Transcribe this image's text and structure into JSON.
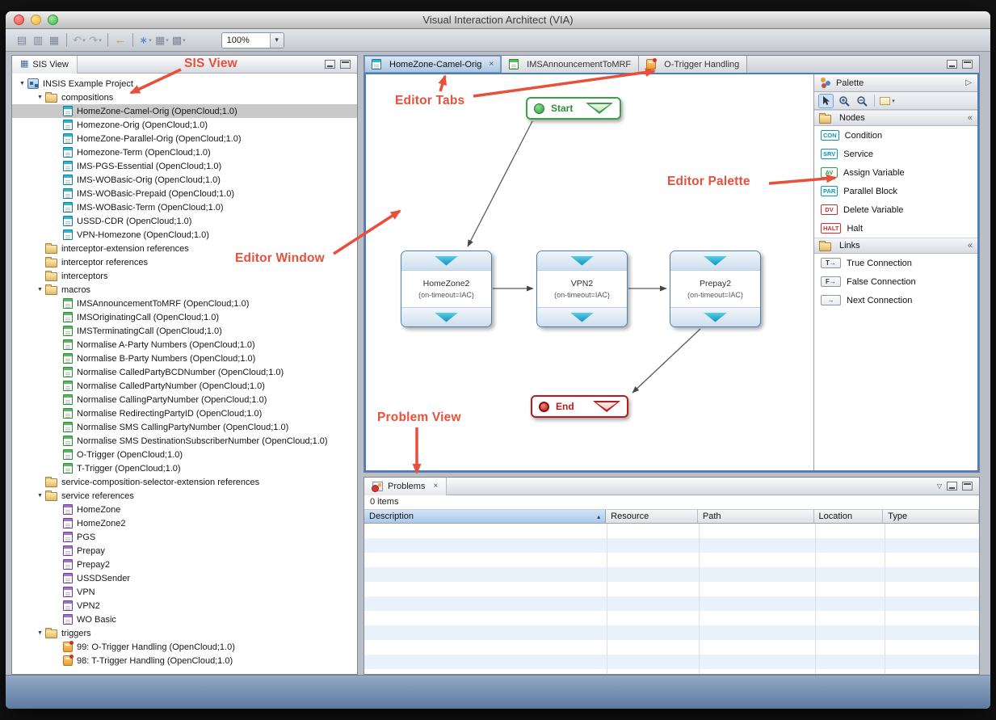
{
  "window": {
    "title": "Visual Interaction Architect (VIA)"
  },
  "toolbar": {
    "zoom_value": "100%",
    "icon_groups": [
      [
        "new-diagram-icon",
        "save-icon",
        "print-icon"
      ],
      [
        "undo-icon",
        "redo-icon"
      ],
      [
        "link-with-editor-icon"
      ],
      [
        "select-style-icon",
        "snap-to-grid-icon",
        "grid-visibility-icon"
      ]
    ]
  },
  "icons": {
    "close": "×",
    "dropdown": "▾",
    "collapse": "«",
    "pin_right": "▷",
    "view_menu": "▽",
    "expander": "▼",
    "sort_ascending": "▴",
    "grid_view": "▦",
    "arrow_right": "→"
  },
  "sis_view": {
    "tab_label": "SIS View",
    "tree": [
      {
        "depth": 0,
        "type": "project",
        "expanded": true,
        "label": "INSIS Example Project"
      },
      {
        "depth": 1,
        "type": "folder",
        "expanded": true,
        "label": "compositions"
      },
      {
        "depth": 2,
        "type": "composition",
        "selected": true,
        "label": "HomeZone-Camel-Orig (OpenCloud;1.0)"
      },
      {
        "depth": 2,
        "type": "composition",
        "label": "Homezone-Orig (OpenCloud;1.0)"
      },
      {
        "depth": 2,
        "type": "composition",
        "label": "HomeZone-Parallel-Orig (OpenCloud;1.0)"
      },
      {
        "depth": 2,
        "type": "composition",
        "label": "Homezone-Term (OpenCloud;1.0)"
      },
      {
        "depth": 2,
        "type": "composition",
        "label": "IMS-PGS-Essential (OpenCloud;1.0)"
      },
      {
        "depth": 2,
        "type": "composition",
        "label": "IMS-WOBasic-Orig (OpenCloud;1.0)"
      },
      {
        "depth": 2,
        "type": "composition",
        "label": "IMS-WOBasic-Prepaid (OpenCloud;1.0)"
      },
      {
        "depth": 2,
        "type": "composition",
        "label": "IMS-WOBasic-Term (OpenCloud;1.0)"
      },
      {
        "depth": 2,
        "type": "composition",
        "label": "USSD-CDR (OpenCloud;1.0)"
      },
      {
        "depth": 2,
        "type": "composition",
        "label": "VPN-Homezone (OpenCloud;1.0)"
      },
      {
        "depth": 1,
        "type": "folder",
        "label": "interceptor-extension references"
      },
      {
        "depth": 1,
        "type": "folder",
        "label": "interceptor references"
      },
      {
        "depth": 1,
        "type": "folder",
        "label": "interceptors"
      },
      {
        "depth": 1,
        "type": "folder",
        "expanded": true,
        "label": "macros"
      },
      {
        "depth": 2,
        "type": "macro",
        "label": "IMSAnnouncementToMRF (OpenCloud;1.0)"
      },
      {
        "depth": 2,
        "type": "macro",
        "label": "IMSOriginatingCall (OpenCloud;1.0)"
      },
      {
        "depth": 2,
        "type": "macro",
        "label": "IMSTerminatingCall (OpenCloud;1.0)"
      },
      {
        "depth": 2,
        "type": "macro",
        "label": "Normalise A-Party Numbers (OpenCloud;1.0)"
      },
      {
        "depth": 2,
        "type": "macro",
        "label": "Normalise B-Party Numbers (OpenCloud;1.0)"
      },
      {
        "depth": 2,
        "type": "macro",
        "label": "Normalise CalledPartyBCDNumber (OpenCloud;1.0)"
      },
      {
        "depth": 2,
        "type": "macro",
        "label": "Normalise CalledPartyNumber (OpenCloud;1.0)"
      },
      {
        "depth": 2,
        "type": "macro",
        "label": "Normalise CallingPartyNumber (OpenCloud;1.0)"
      },
      {
        "depth": 2,
        "type": "macro",
        "label": "Normalise RedirectingPartyID (OpenCloud;1.0)"
      },
      {
        "depth": 2,
        "type": "macro",
        "label": "Normalise SMS CallingPartyNumber (OpenCloud;1.0)"
      },
      {
        "depth": 2,
        "type": "macro",
        "label": "Normalise SMS DestinationSubscriberNumber (OpenCloud;1.0)"
      },
      {
        "depth": 2,
        "type": "macro",
        "label": "O-Trigger (OpenCloud;1.0)"
      },
      {
        "depth": 2,
        "type": "macro",
        "label": "T-Trigger (OpenCloud;1.0)"
      },
      {
        "depth": 1,
        "type": "folder",
        "label": "service-composition-selector-extension references"
      },
      {
        "depth": 1,
        "type": "folder",
        "expanded": true,
        "label": "service references"
      },
      {
        "depth": 2,
        "type": "service",
        "label": "HomeZone"
      },
      {
        "depth": 2,
        "type": "service",
        "label": "HomeZone2"
      },
      {
        "depth": 2,
        "type": "service",
        "label": "PGS"
      },
      {
        "depth": 2,
        "type": "service",
        "label": "Prepay"
      },
      {
        "depth": 2,
        "type": "service",
        "label": "Prepay2"
      },
      {
        "depth": 2,
        "type": "service",
        "label": "USSDSender"
      },
      {
        "depth": 2,
        "type": "service",
        "label": "VPN"
      },
      {
        "depth": 2,
        "type": "service",
        "label": "VPN2"
      },
      {
        "depth": 2,
        "type": "service",
        "label": "WO Basic"
      },
      {
        "depth": 1,
        "type": "folder",
        "expanded": true,
        "label": "triggers"
      },
      {
        "depth": 2,
        "type": "trigger",
        "label": "99: O-Trigger Handling (OpenCloud;1.0)"
      },
      {
        "depth": 2,
        "type": "trigger",
        "label": "98: T-Trigger Handling (OpenCloud;1.0)"
      }
    ]
  },
  "editor": {
    "tabs": [
      {
        "label": "HomeZone-Camel-Orig",
        "icon": "composition-icon",
        "active": true,
        "closable": true
      },
      {
        "label": "IMSAnnouncementToMRF",
        "icon": "macro-icon"
      },
      {
        "label": "O-Trigger Handling",
        "icon": "trigger-icon"
      }
    ],
    "canvas": {
      "start_label": "Start",
      "end_label": "End",
      "services": [
        {
          "name": "HomeZone2",
          "subtitle": "(on-timeout=IAC)"
        },
        {
          "name": "VPN2",
          "subtitle": "(on-timeout=IAC)"
        },
        {
          "name": "Prepay2",
          "subtitle": "(on-timeout=IAC)"
        }
      ]
    }
  },
  "palette": {
    "title": "Palette",
    "drawers": [
      {
        "label": "Nodes",
        "items": [
          {
            "badge": "CON",
            "color": "#0e96b2",
            "label": "Condition"
          },
          {
            "badge": "SRV",
            "color": "#0e96b2",
            "label": "Service"
          },
          {
            "badge": "AV",
            "color": "#2f9e44",
            "label": "Assign Variable"
          },
          {
            "badge": "PAR",
            "color": "#0e96b2",
            "label": "Parallel Block"
          },
          {
            "badge": "DV",
            "color": "#cc3030",
            "label": "Delete Variable"
          },
          {
            "badge": "HALT",
            "color": "#cc3030",
            "label": "Halt"
          }
        ]
      },
      {
        "label": "Links",
        "items": [
          {
            "badge": "T",
            "label": "True Connection"
          },
          {
            "badge": "F",
            "label": "False Connection"
          },
          {
            "badge": "",
            "label": "Next Connection"
          }
        ]
      }
    ]
  },
  "problems": {
    "tab_label": "Problems",
    "count_text": "0 items",
    "columns": [
      "Description",
      "Resource",
      "Path",
      "Location",
      "Type"
    ],
    "rows": []
  },
  "annotations": {
    "sis_view": "SIS View",
    "editor_tabs": "Editor Tabs",
    "editor_palette": "Editor Palette",
    "editor_window": "Editor Window",
    "problem_view": "Problem View"
  }
}
